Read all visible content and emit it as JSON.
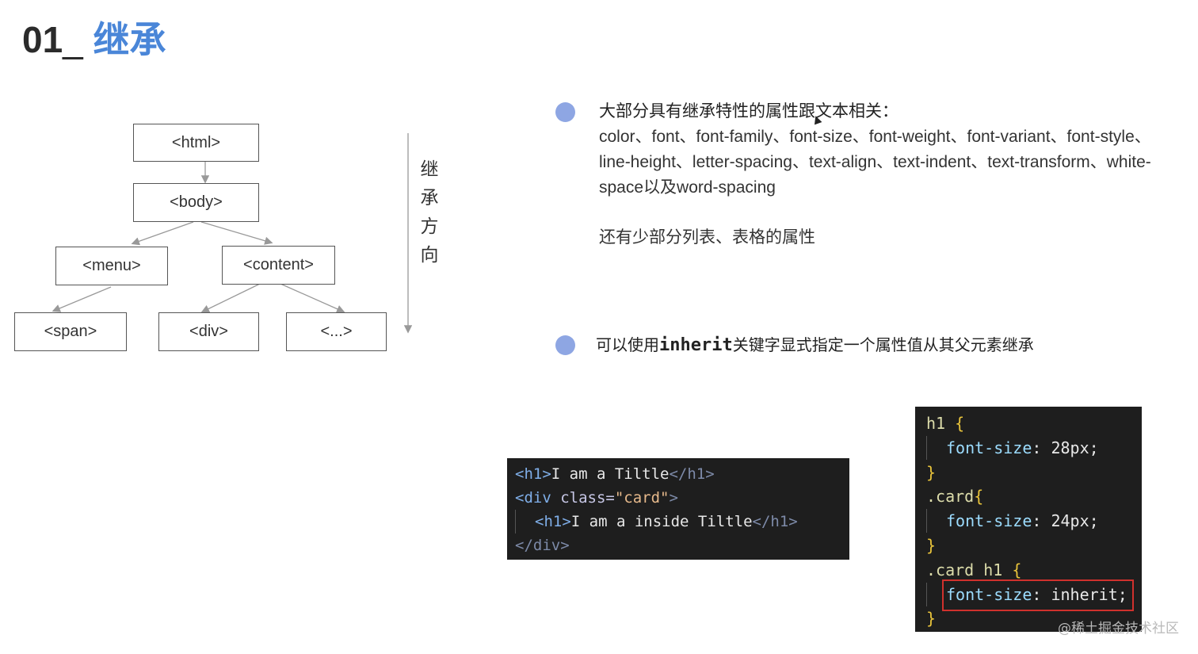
{
  "title": {
    "num": "01",
    "sep": "_ ",
    "name": "继承"
  },
  "tree": {
    "nodes": {
      "html": "<html>",
      "body": "<body>",
      "menu": "<menu>",
      "content": "<content>",
      "span": "<span>",
      "div": "<div>",
      "more": "<...>"
    },
    "direction_label": [
      "继",
      "承",
      "方",
      "向"
    ]
  },
  "bullets": {
    "b1_heading": "大部分具有继承特性的属性跟文本相关：",
    "b1_body": "color、font、font-family、font-size、font-weight、font-variant、font-style、line-height、letter-spacing、text-align、text-indent、text-transform、white-space以及word-spacing",
    "b1_extra": "还有少部分列表、表格的属性",
    "b2_prefix": "可以使用",
    "b2_keyword": "inherit",
    "b2_suffix": "关键字显式指定一个属性值从其父元素继承"
  },
  "html_code": {
    "l1_open": "<h1>",
    "l1_text": "I am a Tiltle",
    "l1_close": "</h1>",
    "l2_open": "<div",
    "l2_attr": " class=",
    "l2_str": "\"card\"",
    "l2_end": ">",
    "l3_open": "<h1>",
    "l3_text": "I am a inside Tiltle",
    "l3_close": "</h1>",
    "l4_close": "</div>"
  },
  "css_code": {
    "r1_sel": "h1 ",
    "r1_open": "{",
    "r1_prop": "font-size",
    "r1_val": ": 28px;",
    "r1_close": "}",
    "r2_sel": ".card",
    "r2_open": "{",
    "r2_prop": "font-size",
    "r2_val": ": 24px;",
    "r2_close": "}",
    "r3_sel": ".card h1 ",
    "r3_open": "{",
    "r3_prop": "font-size",
    "r3_val": ": inherit;",
    "r3_close": "}"
  },
  "watermark": "@稀土掘金技术社区",
  "colors": {
    "accent": "#4a86d8",
    "bullet": "#8ea6e3",
    "code_bg": "#1e1e1e",
    "highlight": "#d0312d"
  }
}
